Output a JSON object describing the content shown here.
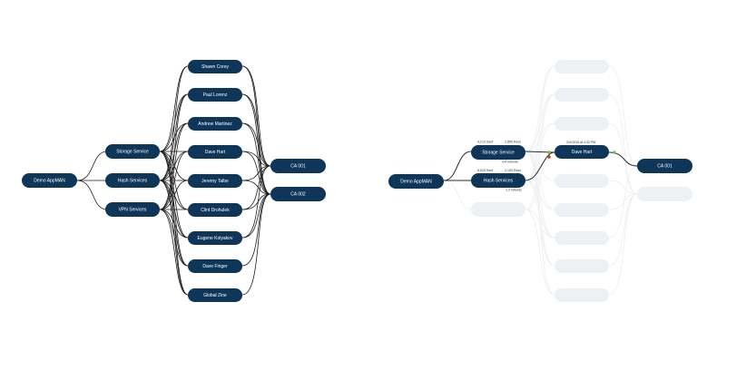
{
  "left": {
    "root": "Demo AppMAN",
    "services": [
      "Storage Service",
      "Hash Services",
      "VPN Services"
    ],
    "people": [
      "Shawn Corey",
      "Paul Lorenz",
      "Andrew Martinez",
      "Dave Hart",
      "Jeremy Talbe",
      "Clint Drohulek",
      "Eugene Kolyakov",
      "Dave Finger",
      "Global Zine"
    ],
    "targets": [
      "CA 001",
      "CA 002"
    ]
  },
  "right": {
    "root": "Demo AppMAN",
    "services": [
      "Storage Service",
      "Hash Services"
    ],
    "person": "Dave Hart",
    "target": "CA 001",
    "storage_left_metric": "4,213 Sent",
    "storage_right_metric": "2,850 Recv",
    "storage_below_metric": "2/4 refunds",
    "hash_left_metric": "8,023 Sent",
    "hash_right_metric": "2,100 Recv",
    "hash_below_metric": "1.2 refunds",
    "person_timestamp": "2/4/2019 at 4:32 PM"
  },
  "colors": {
    "node": "#0d3658",
    "faded": "#eef1f4",
    "edge": "#1c1c1c",
    "ok": "#6dc23a",
    "alert": "#d9342b"
  }
}
